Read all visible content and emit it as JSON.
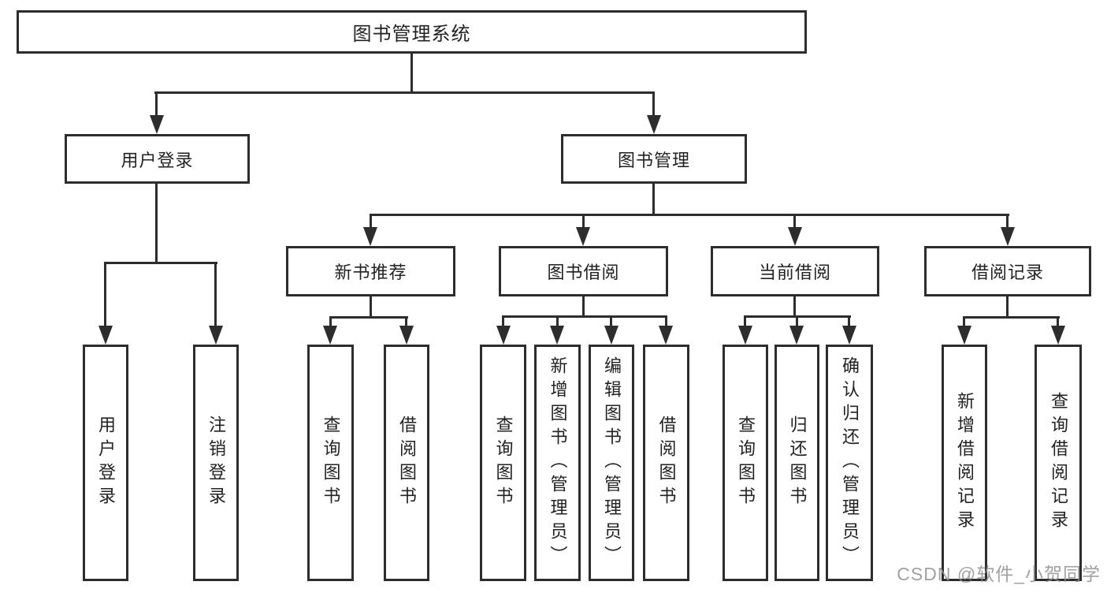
{
  "diagram": {
    "root": "图书管理系统",
    "level1": {
      "user_login": "用户登录",
      "book_management": "图书管理"
    },
    "level2": {
      "new_book_recommend": "新书推荐",
      "book_borrowing": "图书借阅",
      "current_borrowing": "当前借阅",
      "borrowing_records": "借阅记录"
    },
    "leaves": {
      "login": [
        "用户登录",
        "注销登录"
      ],
      "new_book_recommend": [
        "查询图书",
        "借阅图书"
      ],
      "book_borrowing": [
        "查询图书",
        "新增图书（管理员）",
        "编辑图书（管理员）",
        "借阅图书"
      ],
      "current_borrowing": [
        "查询图书",
        "归还图书",
        "确认归还（管理员）"
      ],
      "borrowing_records": [
        "新增借阅记录",
        "查询借阅记录"
      ]
    }
  },
  "colors": {
    "line": "#2d2d2d",
    "text": "#222222",
    "background": "#ffffff",
    "watermark": "#919191"
  },
  "watermark": {
    "text": "CSDN @软件_小贺同学"
  }
}
